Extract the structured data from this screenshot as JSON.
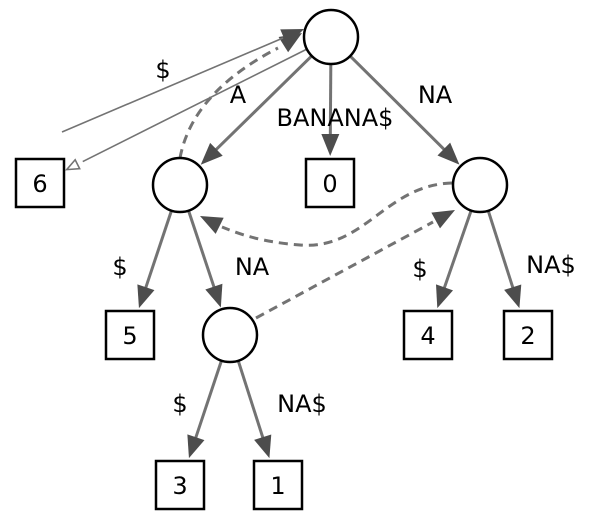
{
  "diagram": {
    "nodes": [
      {
        "id": "root",
        "kind": "internal"
      },
      {
        "id": "a",
        "kind": "internal"
      },
      {
        "id": "na",
        "kind": "internal"
      },
      {
        "id": "ana",
        "kind": "internal"
      },
      {
        "id": "leaf6",
        "kind": "leaf",
        "label": "6"
      },
      {
        "id": "leaf0",
        "kind": "leaf",
        "label": "0"
      },
      {
        "id": "leaf5",
        "kind": "leaf",
        "label": "5"
      },
      {
        "id": "leaf4",
        "kind": "leaf",
        "label": "4"
      },
      {
        "id": "leaf2",
        "kind": "leaf",
        "label": "2"
      },
      {
        "id": "leaf3",
        "kind": "leaf",
        "label": "3"
      },
      {
        "id": "leaf1",
        "kind": "leaf",
        "label": "1"
      }
    ],
    "edges": [
      {
        "from": "root",
        "to": "leaf6",
        "label": "$"
      },
      {
        "from": "root",
        "to": "a",
        "label": "A"
      },
      {
        "from": "root",
        "to": "leaf0",
        "label": "BANANA$"
      },
      {
        "from": "root",
        "to": "na",
        "label": "NA"
      },
      {
        "from": "a",
        "to": "leaf5",
        "label": "$"
      },
      {
        "from": "a",
        "to": "ana",
        "label": "NA"
      },
      {
        "from": "na",
        "to": "leaf4",
        "label": "$"
      },
      {
        "from": "na",
        "to": "leaf2",
        "label": "NA$"
      },
      {
        "from": "ana",
        "to": "leaf3",
        "label": "$"
      },
      {
        "from": "ana",
        "to": "leaf1",
        "label": "NA$"
      }
    ],
    "suffix_links": [
      {
        "from": "a",
        "to": "root"
      },
      {
        "from": "na",
        "to": "a"
      },
      {
        "from": "ana",
        "to": "na"
      },
      {
        "from": "leaf6",
        "to": "root"
      }
    ],
    "colors": {
      "edge": "#737373",
      "arrowhead": "#4d4d4d",
      "outline": "#000000",
      "background": "#ffffff"
    }
  }
}
